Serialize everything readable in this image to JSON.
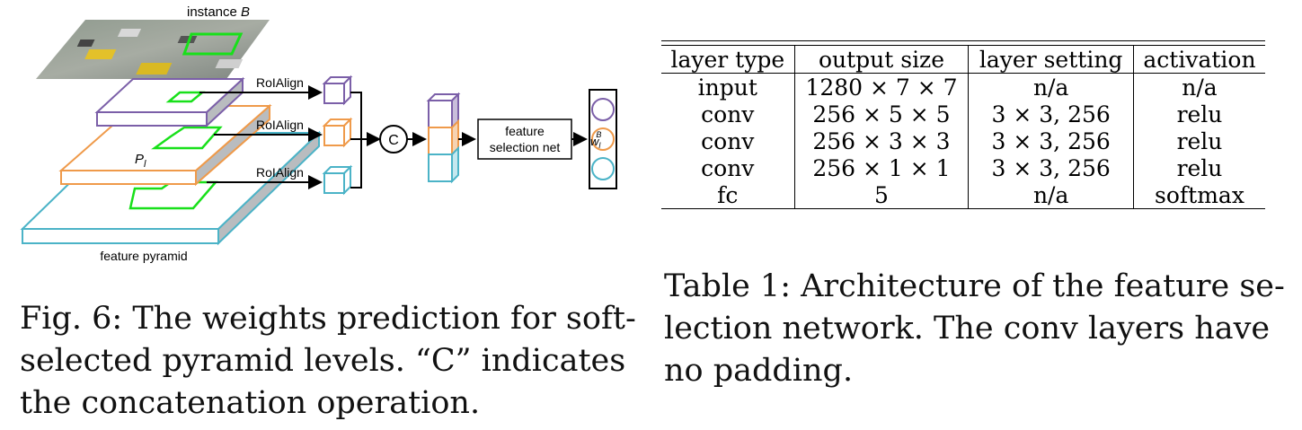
{
  "figure": {
    "top_label_prefix": "instance ",
    "top_label_var": "B",
    "roi_labels": [
      "RoIAlign",
      "RoIAlign",
      "RoIAlign"
    ],
    "pyramid_level_label": "P",
    "pyramid_level_sub": "l",
    "concat_symbol": "C",
    "selection_box_line1": "feature",
    "selection_box_line2": "selection net",
    "weight_symbol": "w",
    "weight_sub": "l",
    "weight_sup": "B",
    "bottom_label": "feature pyramid",
    "colors": {
      "purple": "#7b5fa8",
      "orange": "#ef9a4a",
      "cyan": "#4bb3c7",
      "green": "#18e01a"
    }
  },
  "figure_caption": {
    "line1": "Fig. 6: The weights prediction for soft-",
    "line2": "selected pyramid levels. “C” indicates",
    "line3": "the concatenation operation."
  },
  "table": {
    "headers": [
      "layer type",
      "output size",
      "layer setting",
      "activation"
    ],
    "rows": [
      [
        "input",
        "1280 × 7 × 7",
        "n/a",
        "n/a"
      ],
      [
        "conv",
        "256 × 5 × 5",
        "3 × 3, 256",
        "relu"
      ],
      [
        "conv",
        "256 × 3 × 3",
        "3 × 3, 256",
        "relu"
      ],
      [
        "conv",
        "256 × 1 × 1",
        "3 × 3, 256",
        "relu"
      ],
      [
        "fc",
        "5",
        "n/a",
        "softmax"
      ]
    ]
  },
  "table_caption": {
    "line1": "Table 1: Architecture of the feature se-",
    "line2": "lection network. The conv layers have",
    "line3": "no padding."
  }
}
